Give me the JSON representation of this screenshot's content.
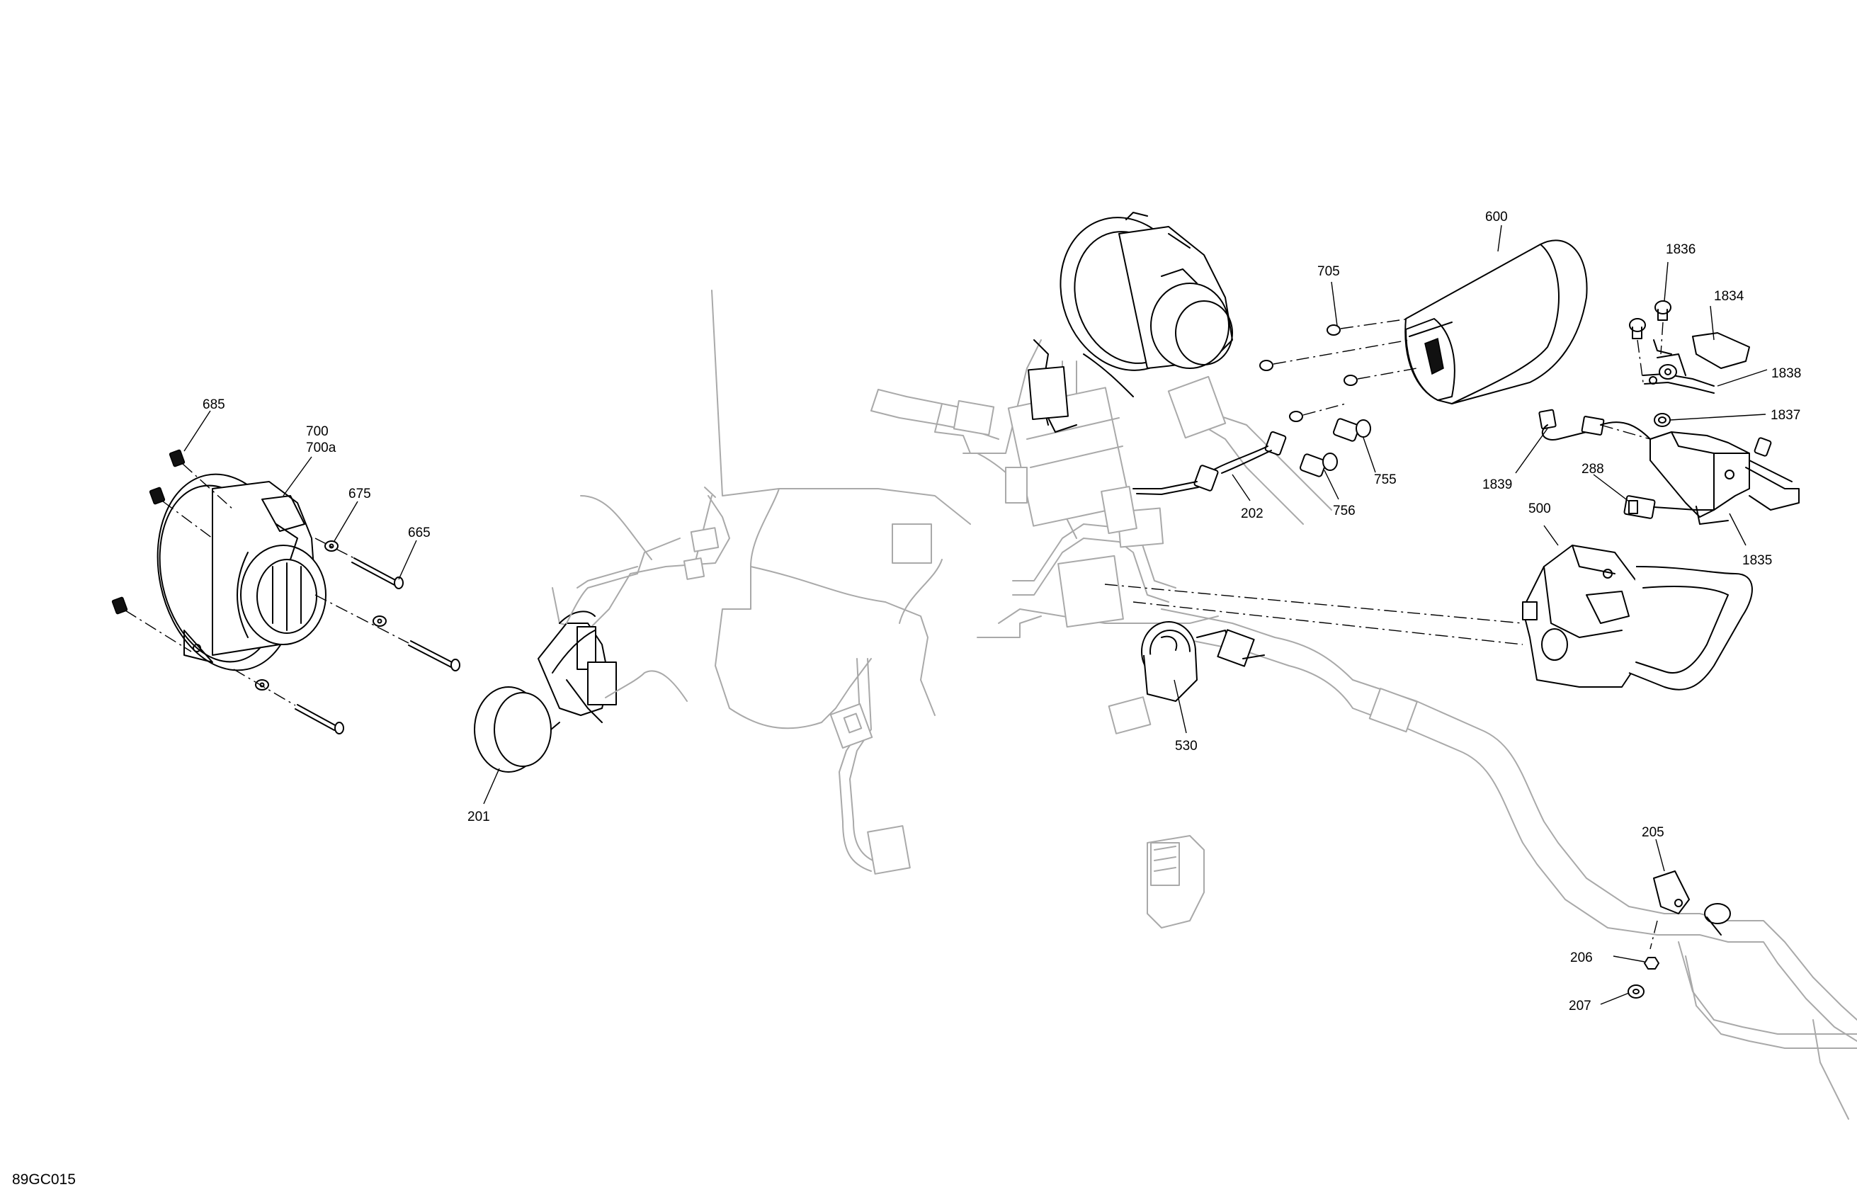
{
  "drawing_code": "89GC015",
  "callouts": {
    "c685": "685",
    "c700": "700",
    "c700a": "700a",
    "c675": "675",
    "c665": "665",
    "c201": "201",
    "c600": "600",
    "c705": "705",
    "c1836": "1836",
    "c1834": "1834",
    "c1838": "1838",
    "c1837": "1837",
    "c1839": "1839",
    "c288": "288",
    "c1835": "1835",
    "c755": "755",
    "c756": "756",
    "c202": "202",
    "c500": "500",
    "c530": "530",
    "c205": "205",
    "c206": "206",
    "c207": "207"
  },
  "colors": {
    "line": "#000000",
    "harness_faint": "#a9a9a9",
    "background": "#ffffff"
  }
}
